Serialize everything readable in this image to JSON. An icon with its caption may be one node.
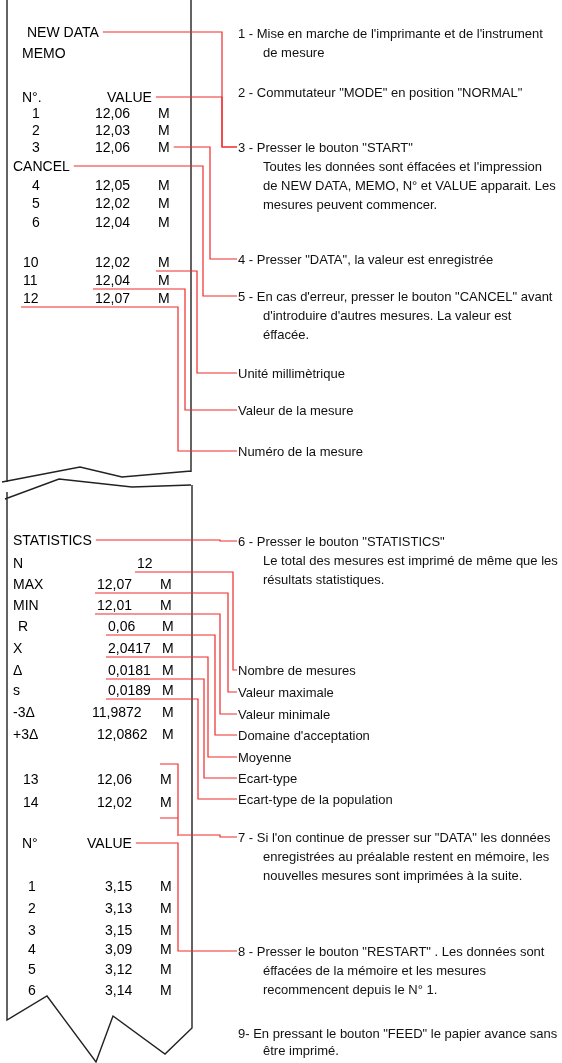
{
  "diagram": {
    "nodes": [
      {
        "text": [],
        "shape": "box"
      },
      {
        "text": [
          "NEW DATA"
        ],
        "in": 0
      },
      {
        "text": [
          "VALUE"
        ],
        "in": 0
      },
      {
        "text": [
          "M"
        ],
        "in": 0
      },
      {
        "text": [
          "CANCEL"
        ],
        "in": 0
      },
      {
        "text": [
          "M"
        ],
        "in": 0
      },
      {
        "text": [
          "12,04"
        ],
        "in": 0
      },
      {
        "text": [
          "12"
        ],
        "in": 0
      },
      {
        "text": [
          "STATISTICS"
        ],
        "in": 0
      },
      {
        "text": [
          "12"
        ],
        "in": 0
      },
      {
        "text": [
          "12,07"
        ],
        "in": 0
      },
      {
        "text": [
          "12,01"
        ],
        "in": 0
      },
      {
        "text": [
          "0,06"
        ],
        "in": 0
      },
      {
        "text": [
          "2,0417"
        ],
        "in": 0
      },
      {
        "text": [
          "0,0181"
        ],
        "in": 0
      },
      {
        "text": [
          "0,0189"
        ],
        "in": 0
      },
      {
        "text": [],
        "shape": "bracket",
        "in": 0
      },
      {
        "text": [
          "VALUE"
        ],
        "in": 0
      },
      {
        "text": [
          "1 - Mise en marche de l'imprimante et de l'instrument de mesure"
        ]
      },
      {
        "text": [
          "2 - Commutateur \"MODE\" en position \"NORMAL\""
        ]
      },
      {
        "text": [
          "3 - Presser le bouton \"START\"",
          "Toutes les données sont éffacées et l'impression de NEW DATA, MEMO, N° et VALUE apparait. Les mesures peuvent commencer."
        ]
      },
      {
        "text": [
          "4 - Presser \"DATA\", la valeur est enregistrée"
        ]
      },
      {
        "text": [
          "5 - En cas d'erreur, presser le bouton \"CANCEL\" avant d'introduire d'autres mesures. La valeur est éffacée."
        ]
      },
      {
        "text": [
          "Unité millimètrique"
        ]
      },
      {
        "text": [
          "Valeur de la mesure"
        ]
      },
      {
        "text": [
          "Numéro de la mesure"
        ]
      },
      {
        "text": [
          "6 - Presser le bouton \"STATISTICS\"",
          "Le total des mesures est imprimé de même que les résultats statistiques."
        ]
      },
      {
        "text": [
          "Nombre de mesures"
        ]
      },
      {
        "text": [
          "Valeur maximale"
        ]
      },
      {
        "text": [
          "Valeur minimale"
        ]
      },
      {
        "text": [
          "Domaine d'acceptation"
        ]
      },
      {
        "text": [
          "Moyenne"
        ]
      },
      {
        "text": [
          "Ecart-type"
        ]
      },
      {
        "text": [
          "Ecart-type de la population"
        ]
      },
      {
        "text": [
          "7 - Si l'on continue de presser sur \"DATA\" les données enregistrées au préalable restent en mémoire, les nouvelles mesures sont imprimées à la suite."
        ]
      },
      {
        "text": [
          "8 - Presser le bouton \"RESTART\" . Les données sont éffacées de la mémoire et les mesures recommencent depuis le N° 1."
        ]
      },
      {
        "text": [
          "9-  En pressant le bouton \"FEED\" le papier avance sans être imprimé."
        ]
      }
    ],
    "edges": [
      {
        "from": 1,
        "to": 20,
        "arrow": "none"
      },
      {
        "from": 2,
        "to": 20,
        "arrow": "none"
      },
      {
        "from": 3,
        "to": 21,
        "arrow": "none"
      },
      {
        "from": 4,
        "to": 22,
        "arrow": "none"
      },
      {
        "from": 5,
        "to": 23,
        "arrow": "none"
      },
      {
        "from": 6,
        "to": 24,
        "arrow": "none"
      },
      {
        "from": 7,
        "to": 25,
        "arrow": "none"
      },
      {
        "from": 8,
        "to": 26,
        "arrow": "none"
      },
      {
        "from": 9,
        "to": 27,
        "arrow": "none"
      },
      {
        "from": 10,
        "to": 28,
        "arrow": "none"
      },
      {
        "from": 11,
        "to": 29,
        "arrow": "none"
      },
      {
        "from": 12,
        "to": 30,
        "arrow": "none"
      },
      {
        "from": 13,
        "to": 31,
        "arrow": "none"
      },
      {
        "from": 14,
        "to": 32,
        "arrow": "none"
      },
      {
        "from": 15,
        "to": 33,
        "arrow": "none"
      },
      {
        "from": 16,
        "to": 34,
        "arrow": "none"
      },
      {
        "from": 17,
        "to": 35,
        "arrow": "none"
      }
    ],
    "labels": [
      "MEMO",
      "N°.",
      "1",
      "12,06",
      "M",
      "2",
      "12,03",
      "M",
      "3",
      "12,06",
      "4",
      "12,05",
      "M",
      "5",
      "12,02",
      "M",
      "6",
      "12,04",
      "M",
      "10",
      "12,02",
      "11",
      "M",
      "12,07",
      "M",
      "N",
      "MAX",
      "M",
      "MIN",
      "M",
      "R",
      "M",
      "X",
      "M",
      "Δ",
      "M",
      "s",
      "M",
      "-3Δ",
      "11,9872",
      "M",
      "+3Δ",
      "12,0862",
      "M",
      "13",
      "12,06",
      "M",
      "14",
      "12,02",
      "M",
      "N°",
      "1",
      "3,15",
      "M",
      "2",
      "3,13",
      "M",
      "3",
      "3,15",
      "M",
      "4",
      "3,09",
      "M",
      "5",
      "3,12",
      "M",
      "6",
      "3,14",
      "M"
    ]
  }
}
